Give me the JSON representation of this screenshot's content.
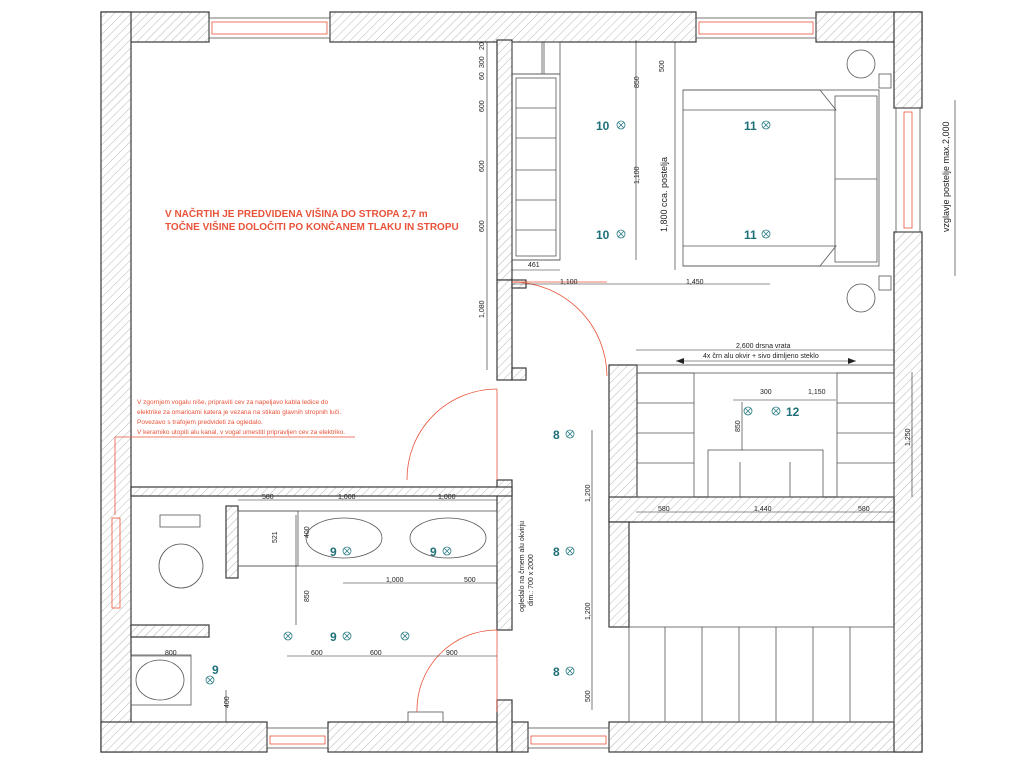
{
  "notes": {
    "ceiling_line1": "V NAČRTIH JE PREDVIDENA VIŠINA DO STROPA 2,7 m",
    "ceiling_line2": "TOČNE VIŠINE DOLOČITI PO KONČANEM TLAKU IN STROPU",
    "niche_lines": [
      "V zgornjem vogalu niše, pripraviti cev za napeljavo kabla ledice do",
      "elektrike za omaricami katera je vezana na stikalo glavnih stropnih luči.",
      "Povezavo s trafojem predvideti za ogledalo.",
      "V keramiko utopiti alu kanal, v vogal umestiti pripravljen cev za elektriko."
    ],
    "sliding_door_line1": "2,600 drsna vrata",
    "sliding_door_line2": "4x črn alu okvir + sivo dimljeno steklo",
    "mirror_line1": "ogledalo na črnem alu okvirju",
    "mirror_line2": "dim.: 700 x 2000",
    "headboard": "vzglavje postelje max.2,000",
    "bed": "1,800 cca. postelja"
  },
  "fixture_labels": {
    "l10a": "10",
    "l10b": "10",
    "l11a": "11",
    "l11b": "11",
    "l12": "12",
    "l8a": "8",
    "l8b": "8",
    "l8c": "8",
    "l9a": "9",
    "l9b": "9",
    "l9c": "9",
    "l9d": "9"
  },
  "dims": {
    "d20": "20",
    "d300": "300",
    "d60": "60",
    "d600a": "600",
    "d600b": "600",
    "d600c": "600",
    "d1080": "1,080",
    "d461": "461",
    "d1100": "1,100",
    "d1450": "1,450",
    "d850a": "850",
    "d1100v": "1,100",
    "d500": "500",
    "d300b": "300",
    "d1150": "1,150",
    "d850b": "850",
    "d1250": "1,250",
    "d580a": "580",
    "d1440": "1,440",
    "d580b": "580",
    "d1200a": "1,200",
    "d1200b": "1,200",
    "d500b": "500",
    "d580c": "580",
    "d1000a": "1,000",
    "d1000b": "1,000",
    "d521": "521",
    "d400": "400",
    "d850c": "850",
    "d1000c": "1,000",
    "d500c": "500",
    "d800": "800",
    "d400b": "400",
    "d600d": "600",
    "d600e": "600",
    "d900": "900"
  }
}
